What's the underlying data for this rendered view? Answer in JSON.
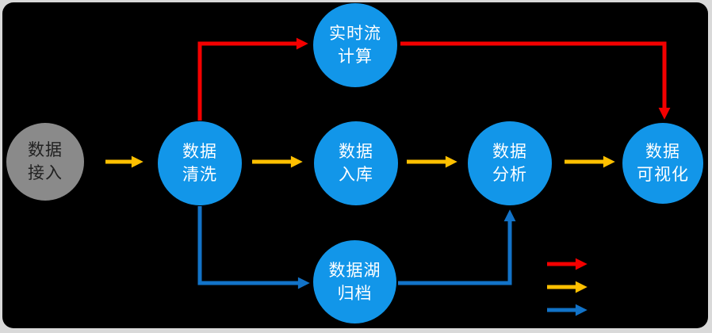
{
  "colors": {
    "page_bg": "#d9d9d9",
    "panel_bg": "#000000",
    "node_blue": "#1296e9",
    "node_gray": "#8a8a8a",
    "node_text_light": "#ffffff",
    "node_text_dark": "#212121",
    "arrow_red": "#f40000",
    "arrow_yellow": "#ffc000",
    "arrow_blue": "#1273c8"
  },
  "nodes": {
    "ingest": {
      "label": "数据\n接入"
    },
    "clean": {
      "label": "数据\n清洗"
    },
    "realtime": {
      "label": "实时流\n计算"
    },
    "store": {
      "label": "数据\n入库"
    },
    "analyze": {
      "label": "数据\n分析"
    },
    "visualize": {
      "label": "数据\n可视化"
    },
    "lake": {
      "label": "数据湖\n归档"
    }
  },
  "edges": [
    {
      "from": "数据接入",
      "to": "数据清洗",
      "color": "arrow_yellow"
    },
    {
      "from": "数据清洗",
      "to": "数据入库",
      "color": "arrow_yellow"
    },
    {
      "from": "数据入库",
      "to": "数据分析",
      "color": "arrow_yellow"
    },
    {
      "from": "数据分析",
      "to": "数据可视化",
      "color": "arrow_yellow"
    },
    {
      "from": "数据清洗",
      "to": "实时流计算",
      "color": "arrow_red"
    },
    {
      "from": "实时流计算",
      "to": "数据可视化",
      "color": "arrow_red"
    },
    {
      "from": "数据清洗",
      "to": "数据湖归档",
      "color": "arrow_blue"
    },
    {
      "from": "数据湖归档",
      "to": "数据分析",
      "color": "arrow_blue"
    }
  ],
  "legend": {
    "items": [
      {
        "icon": "arrow-right-icon",
        "color": "arrow_red"
      },
      {
        "icon": "arrow-right-icon",
        "color": "arrow_yellow"
      },
      {
        "icon": "arrow-right-icon",
        "color": "arrow_blue"
      }
    ]
  }
}
